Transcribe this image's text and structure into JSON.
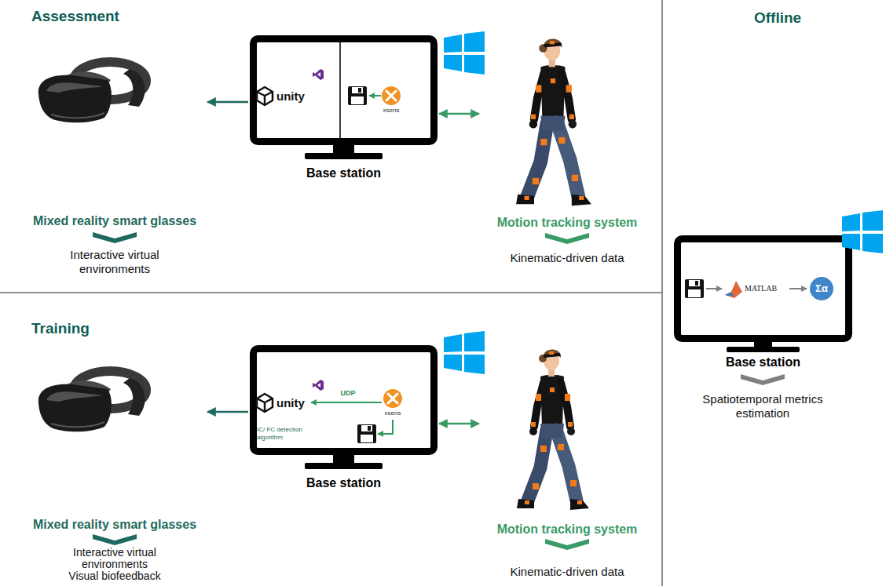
{
  "diagram": {
    "nodes": [
      {
        "text": [
          "Assessment"
        ]
      },
      {
        "text": [
          "Mixed reality smart glasses",
          "Interactive virtual environments"
        ],
        "in": 0
      },
      {
        "text": [
          "Base station",
          "unity",
          "xsens"
        ],
        "in": 0
      },
      {
        "text": [
          "Motion tracking system",
          "Kinematic-driven data"
        ],
        "in": 0
      },
      {
        "text": [
          "Training"
        ]
      },
      {
        "text": [
          "Mixed reality smart glasses",
          "Interactive virtual environments",
          "Visual biofeedback"
        ],
        "in": 4
      },
      {
        "text": [
          "Base station",
          "unity",
          "UDP",
          "xsens",
          "IC/ FC detection algorithm"
        ],
        "in": 4
      },
      {
        "text": [
          "Motion tracking system",
          "Kinematic-driven data"
        ],
        "in": 4
      },
      {
        "text": [
          "Offline"
        ]
      },
      {
        "text": [
          "Base station",
          "MATLAB",
          "Σα",
          "Spatiotemporal metrics estimation"
        ],
        "in": 8
      }
    ],
    "edges": [
      {
        "from": 2,
        "to": 1,
        "arrow": "to"
      },
      {
        "from": 2,
        "to": 3,
        "arrow": "both"
      },
      {
        "from": 6,
        "to": 5,
        "arrow": "to"
      },
      {
        "from": 6,
        "to": 7,
        "arrow": "both"
      }
    ]
  }
}
